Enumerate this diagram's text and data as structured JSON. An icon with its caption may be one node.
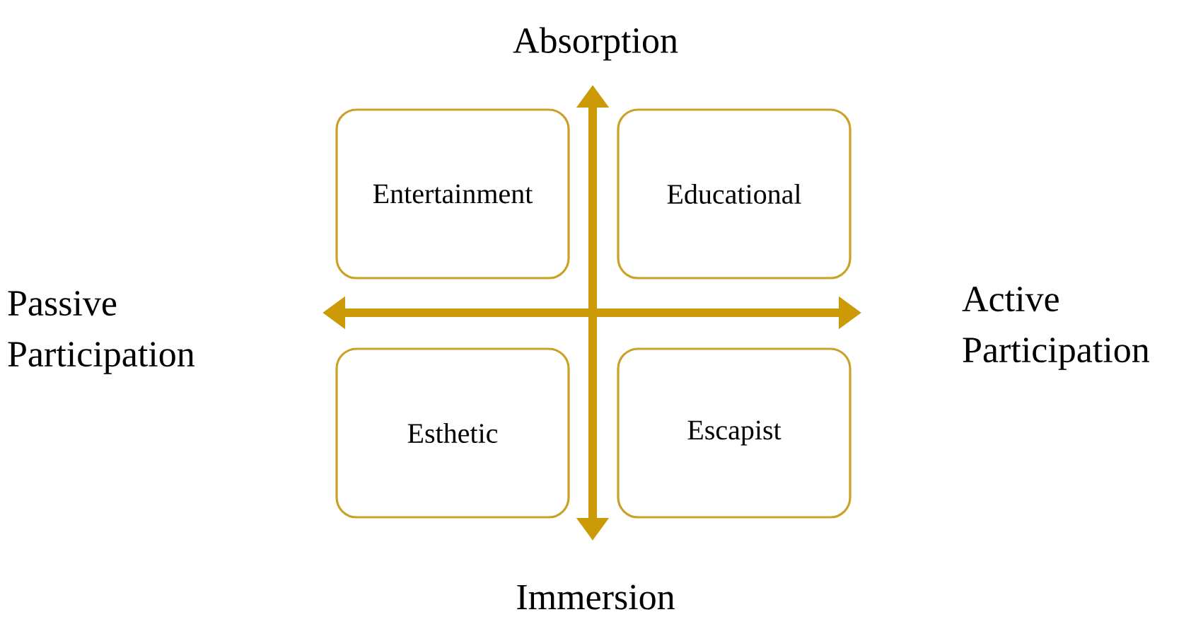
{
  "diagram": {
    "nodes": [
      {
        "text": [
          "Entertainment"
        ]
      },
      {
        "text": [
          "Educational"
        ]
      },
      {
        "text": [
          "Esthetic"
        ]
      },
      {
        "text": [
          "Escapist"
        ]
      }
    ],
    "labels": [
      "Absorption",
      "Passive Participation",
      "Active Participation",
      "Immersion"
    ]
  }
}
